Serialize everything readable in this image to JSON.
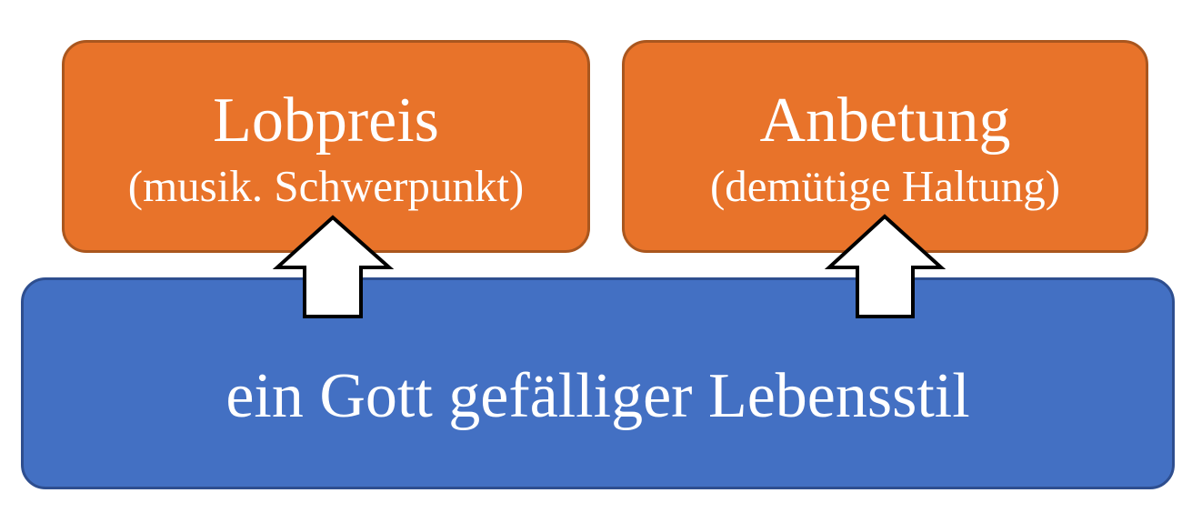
{
  "canvas": {
    "background": "#FFFFFF"
  },
  "boxes": {
    "lobpreis": {
      "title": "Lobpreis",
      "subtitle": "(musik. Schwerpunkt)",
      "fill": "#E8732A",
      "border": "#A9561E",
      "text_color": "#FFFFFF"
    },
    "anbetung": {
      "title": "Anbetung",
      "subtitle": "(demütige Haltung)",
      "fill": "#E8732A",
      "border": "#A9561E",
      "text_color": "#FFFFFF"
    },
    "lebensstil": {
      "title": "ein Gott gefälliger Lebensstil",
      "fill": "#4370C3",
      "border": "#2E4E8F",
      "text_color": "#FFFFFF"
    }
  },
  "arrows": {
    "fill": "#FFFFFF",
    "stroke": "#000000",
    "left": {
      "from": "ein Gott gefälliger Lebensstil",
      "to": "Lobpreis",
      "direction": "up"
    },
    "right": {
      "from": "ein Gott gefälliger Lebensstil",
      "to": "Anbetung",
      "direction": "up"
    }
  }
}
